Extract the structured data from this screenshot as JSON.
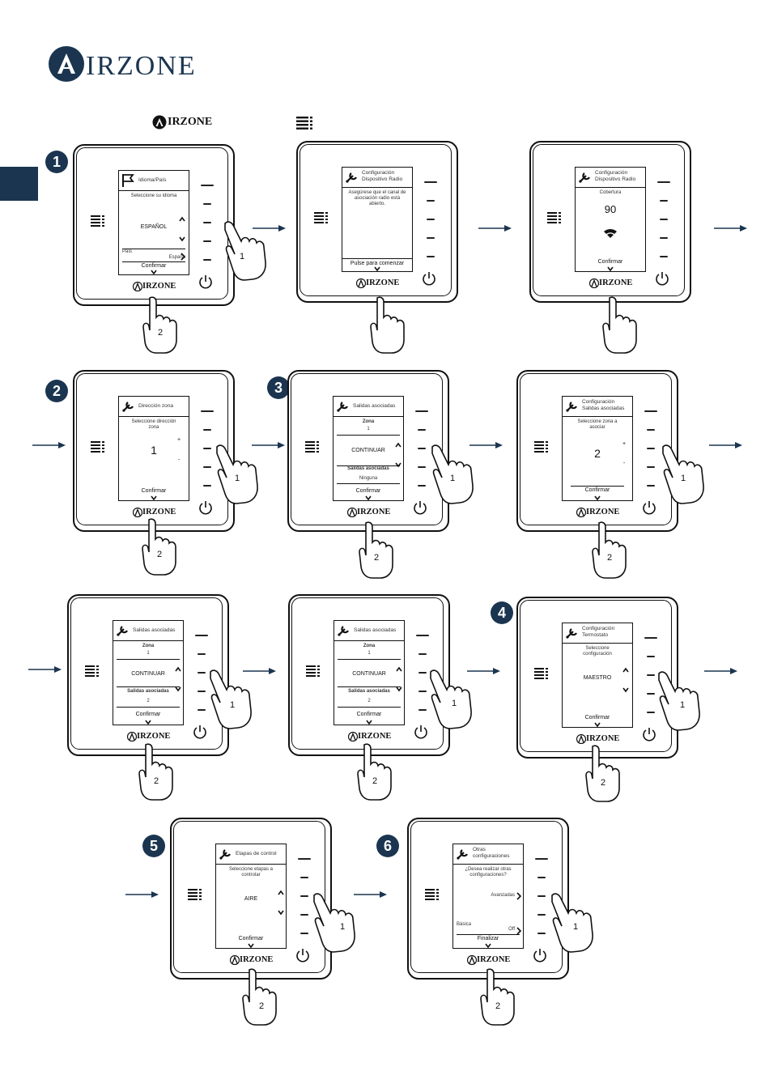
{
  "logo": {
    "text": "IRZONE"
  },
  "header": {
    "brand": "IRZONE"
  },
  "common": {
    "brand": "IRZONE",
    "finger1": "1",
    "finger2": "2"
  },
  "steps": [
    "1",
    "2",
    "3",
    "4",
    "5",
    "6"
  ],
  "screens": {
    "s1": {
      "title": "Idioma/País",
      "prompt": "Seleccione su idioma",
      "value": "ESPAÑOL",
      "sub_label": "País",
      "sub_value": "España",
      "confirm": "Confirmar"
    },
    "s2": {
      "title": "Configuración Dispositivo Radio",
      "prompt": "Asegúrese que el canal de asociación radio está abierto.",
      "confirm": "Pulse para comenzar"
    },
    "s3": {
      "title": "Configuración Dispositivo Radio",
      "prompt": "Cobertura",
      "value": "90",
      "confirm": "Confirmar"
    },
    "s4": {
      "title": "Dirección zona",
      "prompt": "Seleccione dirección zona",
      "value": "1",
      "plus": "+",
      "minus": "-",
      "confirm": "Confirmar"
    },
    "s5": {
      "title": "Salidas asociadas",
      "zona_label": "Zona",
      "zona_value": "1",
      "value": "CONTINUAR",
      "outs_label": "Salidas asociadas",
      "outs_value": "Ninguna",
      "confirm": "Confirmar"
    },
    "s6": {
      "title": "Configuración Salidas asociadas",
      "prompt": "Seleccione zona a asociar",
      "value": "2",
      "plus": "+",
      "minus": "-",
      "confirm": "Confirmar"
    },
    "s7": {
      "title": "Salidas asociadas",
      "zona_label": "Zona",
      "zona_value": "1",
      "value": "CONTINUAR",
      "outs_label": "Salidas asociadas",
      "outs_value": "2",
      "confirm": "Confirmar"
    },
    "s8": {
      "title": "Salidas asociadas",
      "zona_label": "Zona",
      "zona_value": "1",
      "value": "CONTINUAR",
      "outs_label": "Salidas asociadas",
      "outs_value": "2",
      "confirm": "Confirmar"
    },
    "s9": {
      "title": "Configuración Termostato",
      "prompt": "Seleccione configuración",
      "value": "MAESTRO",
      "confirm": "Confirmar"
    },
    "s10": {
      "title": "Etapas de control",
      "prompt": "Seleccione etapas a controlar",
      "value": "AIRE",
      "confirm": "Confirmar"
    },
    "s11": {
      "title": "Otras configuraciones",
      "prompt": "¿Desea realizar otras configuraciones?",
      "value": "Avanzadas",
      "sub_label": "Básica",
      "sub_value": "Off",
      "confirm": "Finalizar"
    }
  },
  "colors": {
    "accent": "#1b3550",
    "ink": "#111111"
  }
}
